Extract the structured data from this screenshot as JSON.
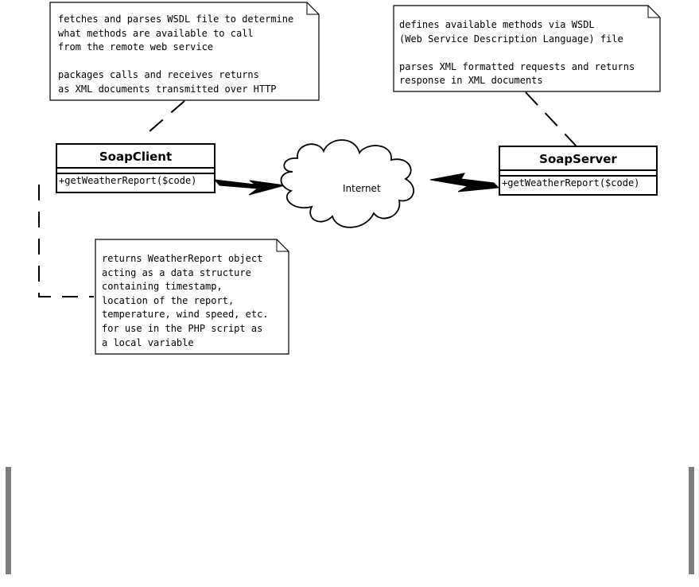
{
  "notes": {
    "client_note": "fetches and parses WSDL file to determine\nwhat methods are available to call\nfrom the remote web service\n\npackages calls and receives returns\nas XML documents transmitted over HTTP",
    "server_note": "defines available methods via WSDL\n(Web Service Description Language) file\n\nparses XML formatted requests and returns\nresponse in XML documents",
    "return_note": "returns WeatherReport object\nacting as a data structure\ncontaining timestamp,\nlocation of the report,\ntemperature, wind speed, etc.\nfor use in the PHP script as\na local variable"
  },
  "classes": {
    "client": {
      "name": "SoapClient",
      "method": "+getWeatherReport($code)"
    },
    "server": {
      "name": "SoapServer",
      "method": "+getWeatherReport($code)"
    }
  },
  "cloud": {
    "label": "Internet"
  },
  "colors": {
    "line": "#000000",
    "side_bars": "#7d7d7d"
  }
}
